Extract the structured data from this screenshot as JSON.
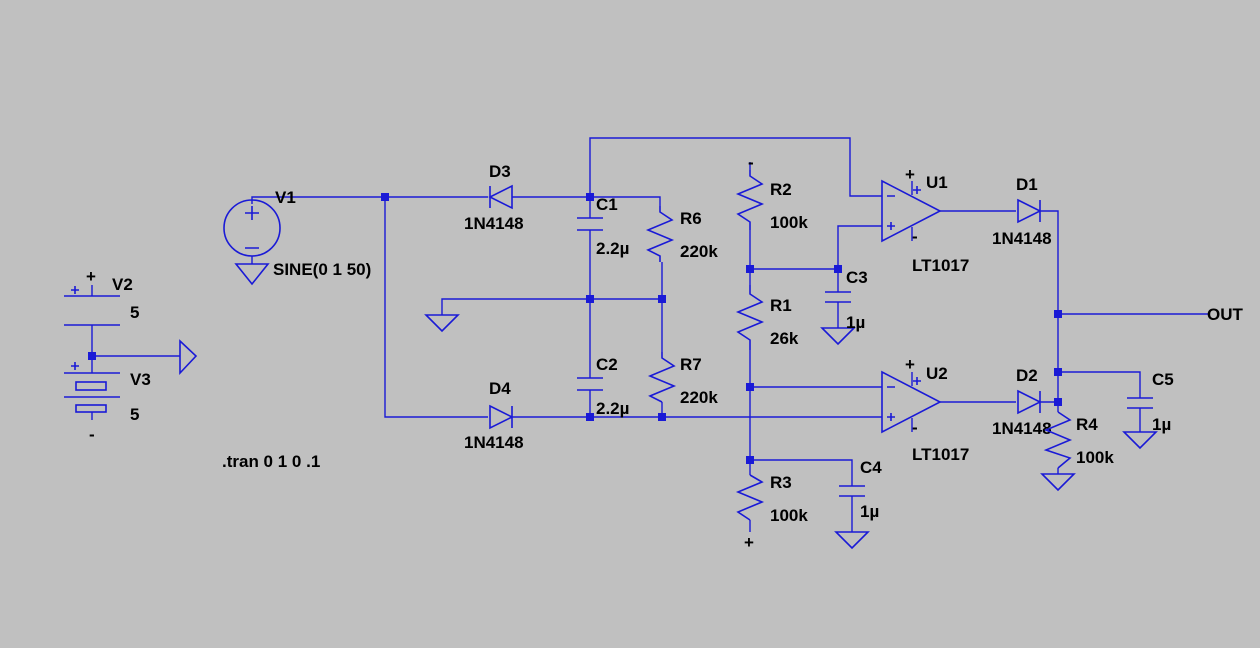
{
  "colors": {
    "background": "#c0c0c0",
    "wire": "#1a1ad6",
    "text": "#000000"
  },
  "sources": {
    "v1": {
      "name": "V1",
      "value": "SINE(0 1 50)"
    },
    "v2": {
      "name": "V2",
      "value": "5"
    },
    "v3": {
      "name": "V3",
      "value": "5"
    }
  },
  "diodes": {
    "d1": {
      "name": "D1",
      "model": "1N4148"
    },
    "d2": {
      "name": "D2",
      "model": "1N4148"
    },
    "d3": {
      "name": "D3",
      "model": "1N4148"
    },
    "d4": {
      "name": "D4",
      "model": "1N4148"
    }
  },
  "capacitors": {
    "c1": {
      "name": "C1",
      "value": "2.2µ"
    },
    "c2": {
      "name": "C2",
      "value": "2.2µ"
    },
    "c3": {
      "name": "C3",
      "value": "1µ"
    },
    "c4": {
      "name": "C4",
      "value": "1µ"
    },
    "c5": {
      "name": "C5",
      "value": "1µ"
    }
  },
  "resistors": {
    "r1": {
      "name": "R1",
      "value": "26k"
    },
    "r2": {
      "name": "R2",
      "value": "100k"
    },
    "r3": {
      "name": "R3",
      "value": "100k"
    },
    "r4": {
      "name": "R4",
      "value": "100k"
    },
    "r6": {
      "name": "R6",
      "value": "220k"
    },
    "r7": {
      "name": "R7",
      "value": "220k"
    }
  },
  "opamps": {
    "u1": {
      "name": "U1",
      "model": "LT1017"
    },
    "u2": {
      "name": "U2",
      "model": "LT1017"
    }
  },
  "net_labels": {
    "out": "OUT"
  },
  "directive": ".tran 0 1 0 .1",
  "pin_marks": {
    "plus": "+",
    "minus": "-"
  }
}
